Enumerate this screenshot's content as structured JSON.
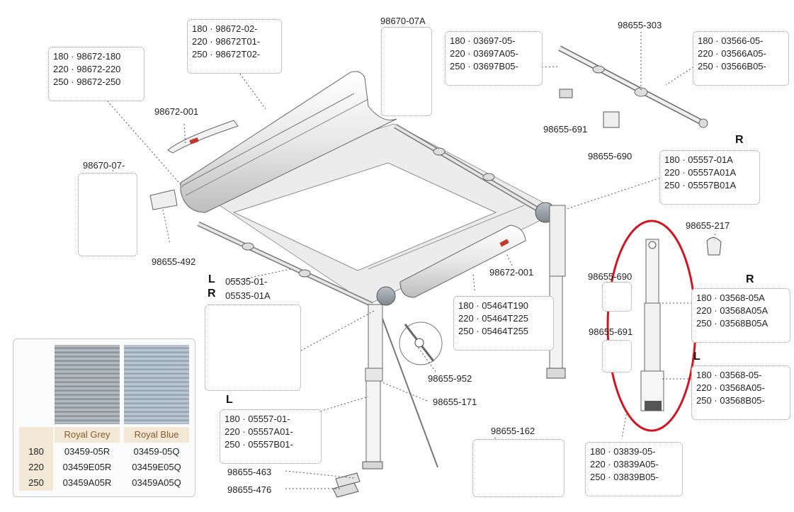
{
  "labels": {
    "p_98672_001_top": "98672-001",
    "p_98670_07a": "98670-07A",
    "p_98655_303": "98655-303",
    "p_98670_07": "98670-07-",
    "p_98655_691_top": "98655-691",
    "p_98655_690_top": "98655-690",
    "p_98655_492": "98655-492",
    "p_98672_001_mid": "98672-001",
    "p_98655_217": "98655-217",
    "p_98655_690_right": "98655-690",
    "p_98655_691_right": "98655-691",
    "p_98655_952": "98655-952",
    "p_98655_171": "98655-171",
    "p_98655_162": "98655-162",
    "p_98655_463": "98655-463",
    "p_98655_476": "98655-476",
    "p_05535_01": "05535-01-",
    "p_05535_01a": "05535-01A"
  },
  "side_marks": {
    "L_top": "L",
    "R_top": "R",
    "R_right_top": "R",
    "R_right": "R",
    "L_right": "L",
    "L_bottom": "L"
  },
  "boxes": {
    "box_98672_02": [
      "180 · 98672-02-",
      "220 · 98672T01-",
      "250 · 98672T02-"
    ],
    "box_98672_180": [
      "180 · 98672-180",
      "220 · 98672-220",
      "250 · 98672-250"
    ],
    "box_03697": [
      "180 · 03697-05-",
      "220 · 03697A05-",
      "250 · 03697B05-"
    ],
    "box_03566": [
      "180 · 03566-05-",
      "220 · 03566A05-",
      "250 · 03566B05-"
    ],
    "box_05557_r": [
      "180 · 05557-01A",
      "220 · 05557A01A",
      "250 · 05557B01A"
    ],
    "box_05464": [
      "180 · 05464T190",
      "220 · 05464T225",
      "250 · 05464T255"
    ],
    "box_03568_r": [
      "180 · 03568-05A",
      "220 · 03568A05A",
      "250 · 03568B05A"
    ],
    "box_03568_l": [
      "180 · 03568-05-",
      "220 · 03568A05-",
      "250 · 03568B05-"
    ],
    "box_05557_l": [
      "180 · 05557-01-",
      "220 · 05557A01-",
      "250 · 05557B01-"
    ],
    "box_03839": [
      "180 · 03839-05-",
      "220 · 03839A05-",
      "250 · 03839B05-"
    ]
  },
  "legend": {
    "headers": [
      "Royal Grey",
      "Royal Blue"
    ],
    "rows": [
      {
        "size": "180",
        "grey": "03459-05R",
        "blue": "03459-05Q"
      },
      {
        "size": "220",
        "grey": "03459E05R",
        "blue": "03459E05Q"
      },
      {
        "size": "250",
        "grey": "03459A05R",
        "blue": "03459A05Q"
      }
    ],
    "colors": {
      "grey": "#9aa3aa",
      "blue": "#a9b6c2",
      "header_bg": "#f3e7d6",
      "header_text": "#8b5a2b"
    }
  },
  "highlight": {
    "color": "#d4141e"
  }
}
